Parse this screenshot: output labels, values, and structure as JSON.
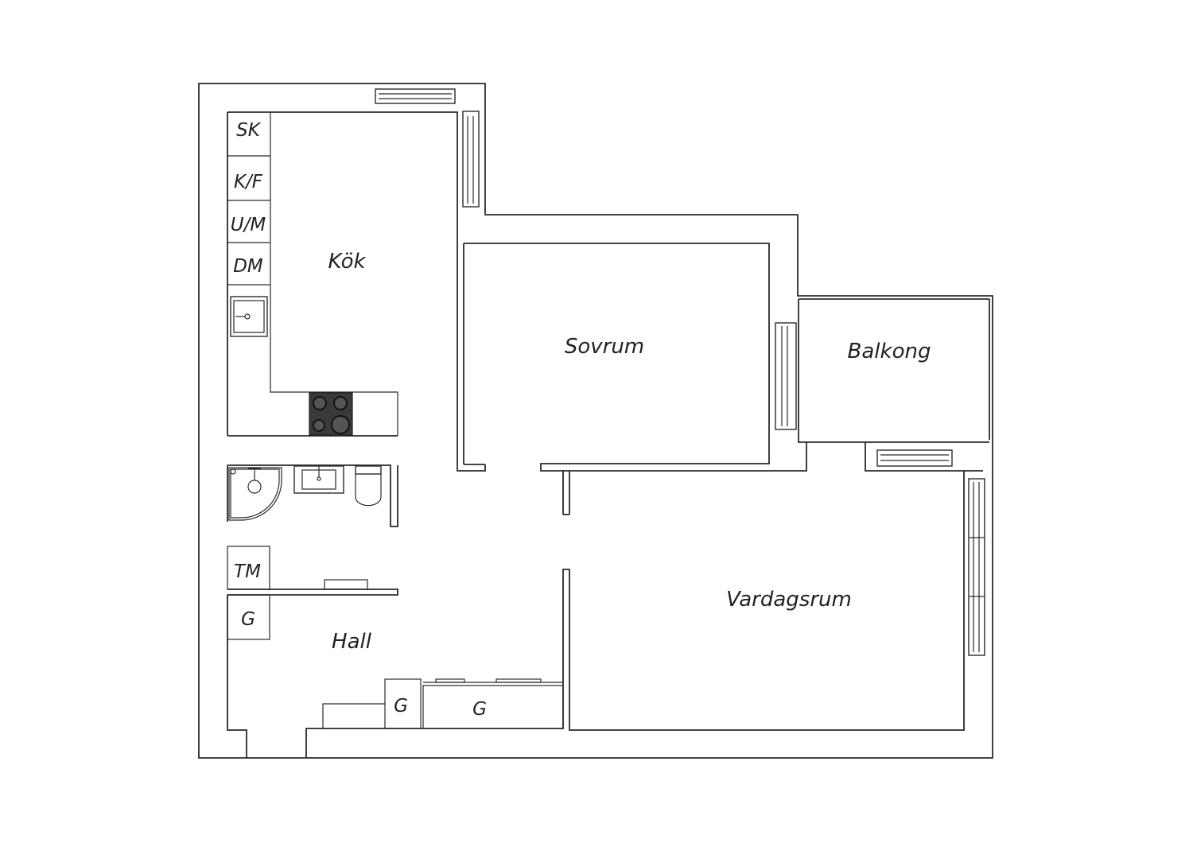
{
  "rooms": {
    "kok": "Kök",
    "sovrum": "Sovrum",
    "balkong": "Balkong",
    "vardagsrum": "Vardagsrum",
    "hall": "Hall"
  },
  "fixtures": {
    "sk": "SK",
    "kf": "K/F",
    "um": "U/M",
    "dm": "DM",
    "tm": "TM",
    "g1": "G",
    "g2": "G",
    "g3": "G"
  }
}
